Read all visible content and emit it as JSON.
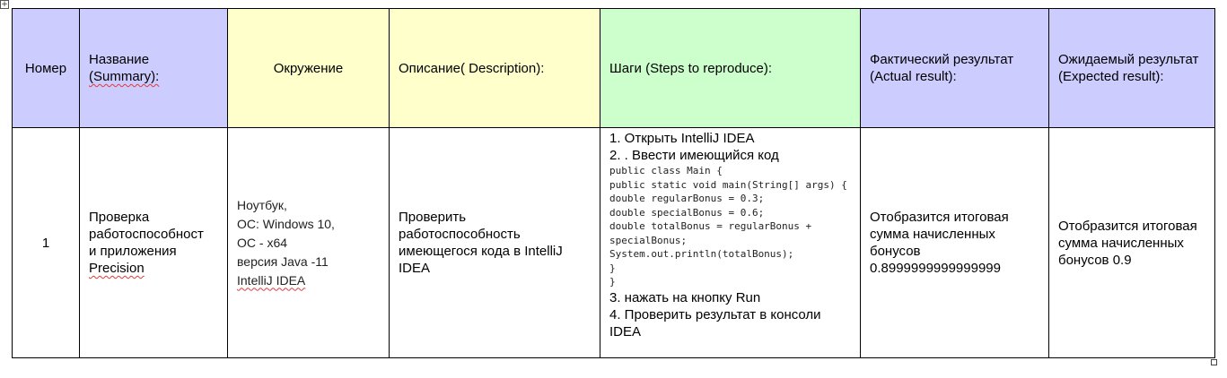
{
  "headers": {
    "number": "Номер",
    "summary_a": "Название",
    "summary_b": "(Summary):",
    "environment": "Окружение",
    "description": "Описание( Description):",
    "steps": "Шаги (Steps to reproduce):",
    "actual": "Фактический результат (Actual result):",
    "expected": "Ожидаемый результат (Expected result):"
  },
  "row": {
    "number": "1",
    "summary": [
      "Проверка",
      "работоспособност",
      "и  приложения",
      "Precision"
    ],
    "environment": [
      "Ноутбук,",
      "ОС: Windows 10,",
      "ОС - x64",
      "версия Java -11",
      "IntelliJ IDEA"
    ],
    "description": "Проверить работоспособность имеющегося кода в IntelliJ IDEA",
    "steps": {
      "step1": "1. Открыть  IntelliJ IDEA",
      "step2": "2. . Ввести имеющийся код",
      "code": "public class Main {\npublic static void main(String[] args) {\ndouble regularBonus = 0.3;\ndouble specialBonus = 0.6;\ndouble totalBonus = regularBonus + specialBonus;\nSystem.out.println(totalBonus);\n}\n}",
      "step3": "3. нажать на кнопку Run",
      "step4": "4. Проверить результат в консоли IDEA"
    },
    "actual": "Отобразится итоговая сумма начисленных бонусов 0.8999999999999999",
    "expected": "Отобразится итоговая сумма начисленных бонусов 0.9"
  }
}
